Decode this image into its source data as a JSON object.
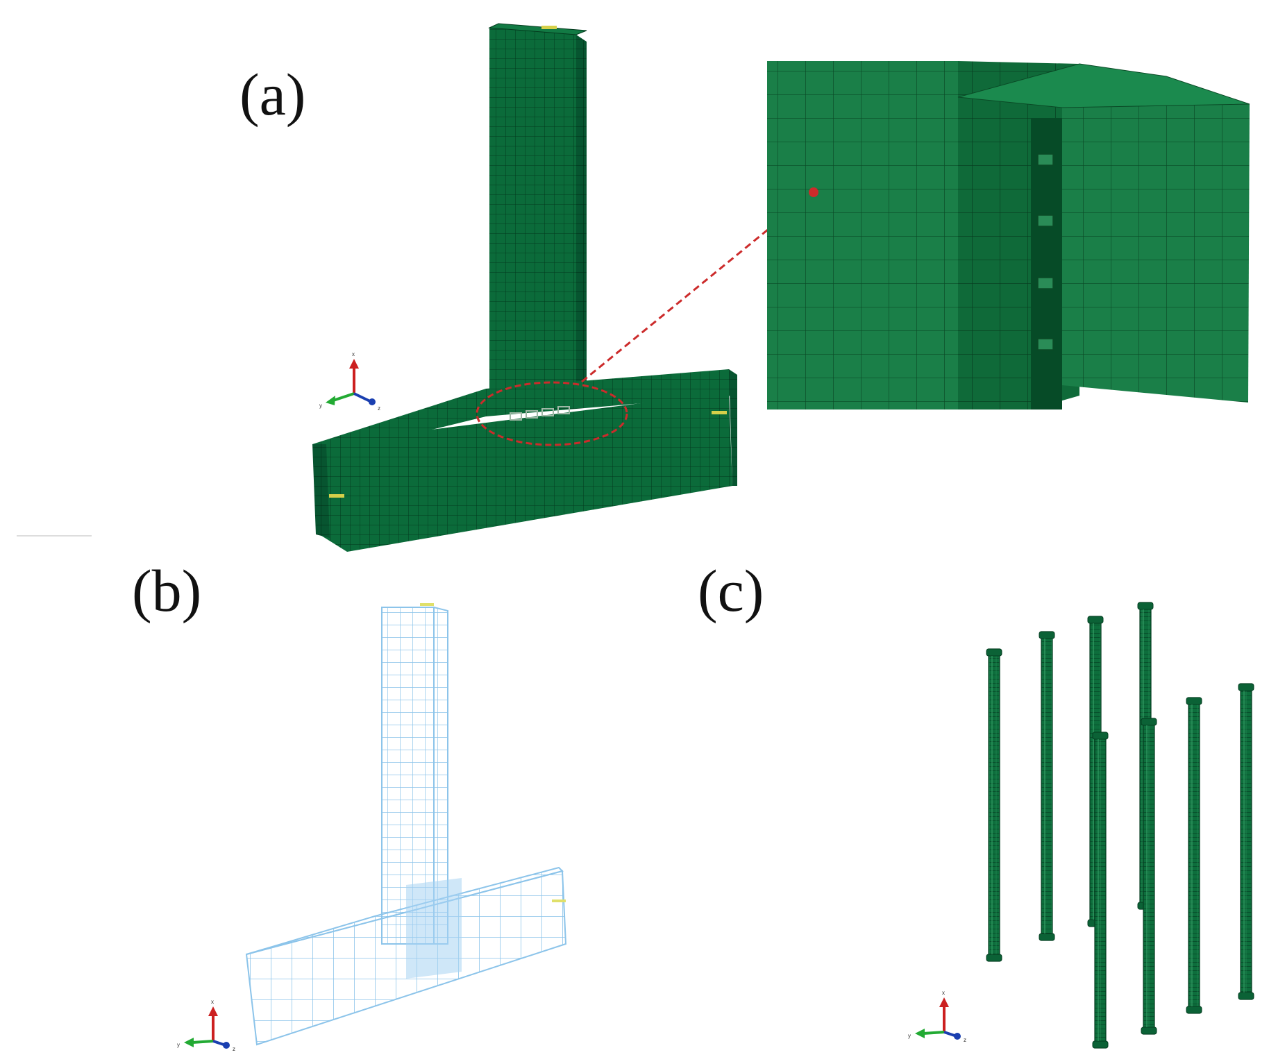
{
  "figure": {
    "panels": [
      {
        "id": "a",
        "label": "(a)"
      },
      {
        "id": "b",
        "label": "(b)"
      },
      {
        "id": "c",
        "label": "(c)"
      }
    ],
    "colors": {
      "mesh_fill": "#0b6b3a",
      "mesh_fill_light": "#157a45",
      "mesh_fill_dark": "#064f2a",
      "mesh_line": "#033a1d",
      "rebar_wire": "#8cc4ea",
      "highlight_red": "#cc2b2b",
      "axis_x": "#cc2020",
      "axis_y": "#22aa33",
      "axis_z": "#1a3fb0"
    },
    "triads": [
      {
        "panel": "a",
        "up": "x",
        "left": "y",
        "right": "z"
      },
      {
        "panel": "b",
        "up": "x",
        "left": "y",
        "right": "z"
      },
      {
        "panel": "c",
        "up": "x",
        "left": "y",
        "right": "z"
      }
    ],
    "rebar_count": 8
  }
}
